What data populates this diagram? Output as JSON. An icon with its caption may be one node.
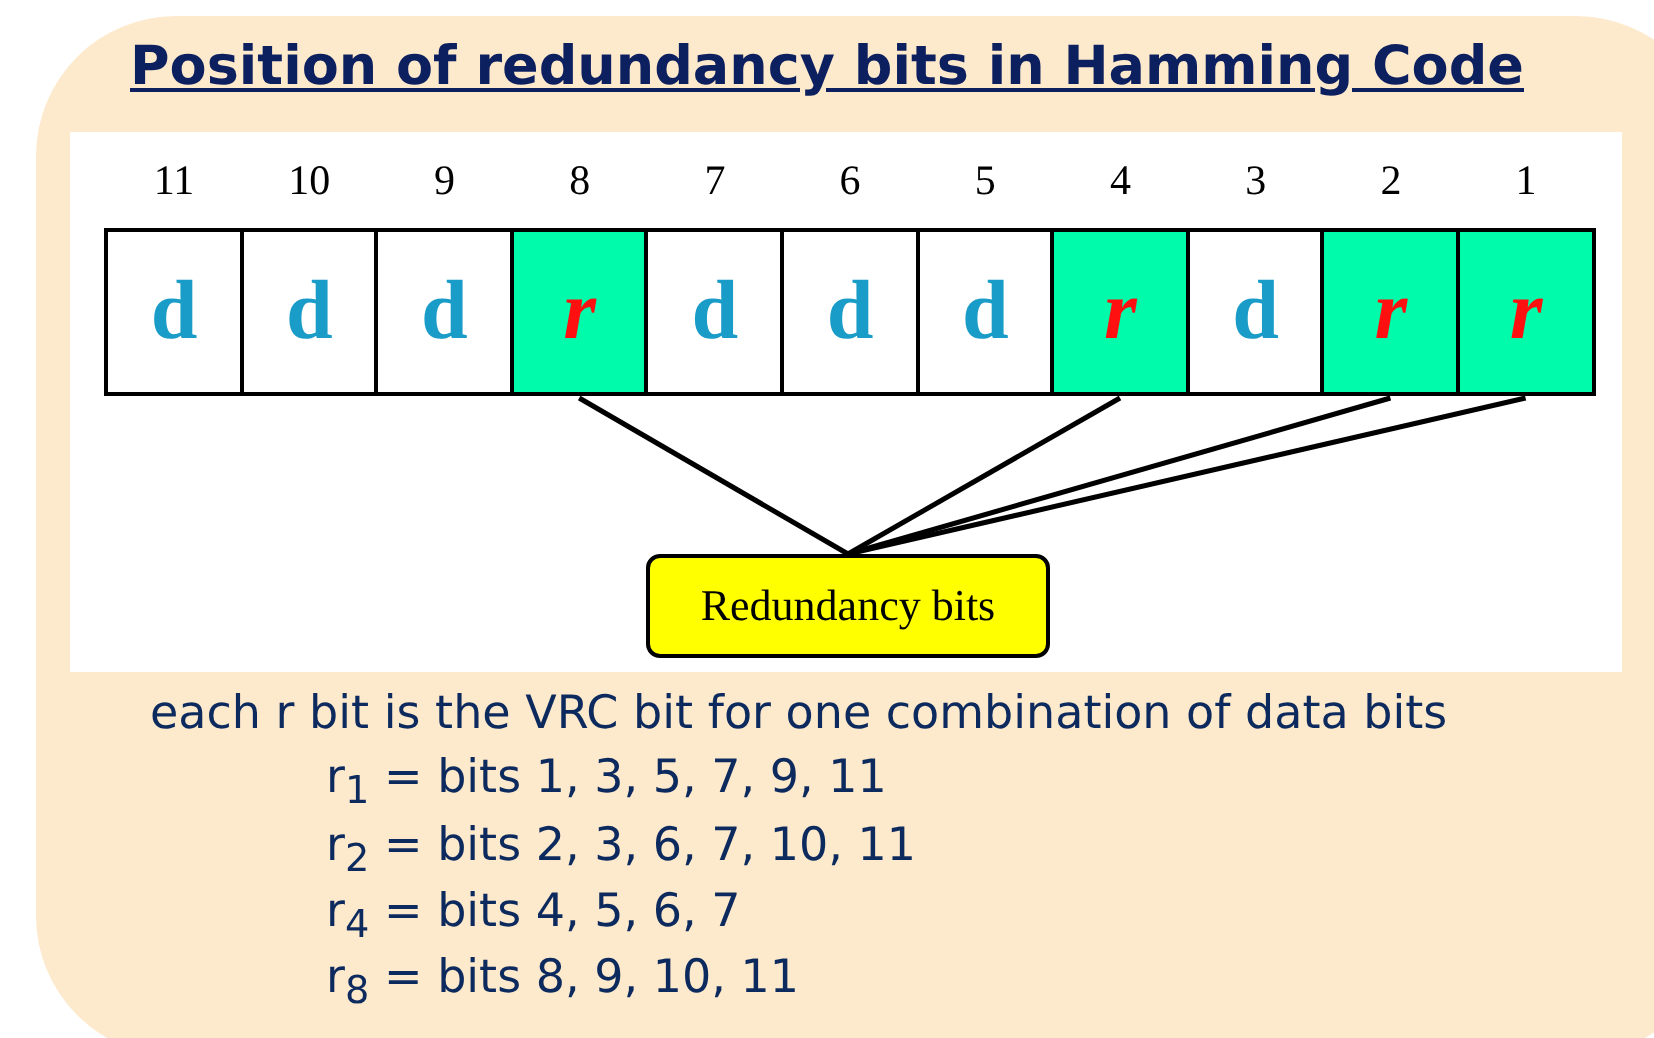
{
  "diagram": {
    "title": "Position of redundancy bits in Hamming Code",
    "nodes": [
      {
        "text": [
          "d"
        ],
        "beside": [
          "11"
        ]
      },
      {
        "text": [
          "d"
        ],
        "beside": [
          "10"
        ]
      },
      {
        "text": [
          "d"
        ],
        "beside": [
          "9"
        ]
      },
      {
        "text": [
          "r"
        ],
        "beside": [
          "8"
        ]
      },
      {
        "text": [
          "d"
        ],
        "beside": [
          "7"
        ]
      },
      {
        "text": [
          "d"
        ],
        "beside": [
          "6"
        ]
      },
      {
        "text": [
          "d"
        ],
        "beside": [
          "5"
        ]
      },
      {
        "text": [
          "r"
        ],
        "beside": [
          "4"
        ]
      },
      {
        "text": [
          "d"
        ],
        "beside": [
          "3"
        ]
      },
      {
        "text": [
          "r"
        ],
        "beside": [
          "2"
        ]
      },
      {
        "text": [
          "r"
        ],
        "beside": [
          "1"
        ]
      },
      {
        "text": [
          "Redundancy bits"
        ]
      }
    ],
    "edges": [
      {
        "from": 11,
        "to": 3,
        "arrow": "none"
      },
      {
        "from": 11,
        "to": 7,
        "arrow": "none"
      },
      {
        "from": 11,
        "to": 9,
        "arrow": "none"
      },
      {
        "from": 11,
        "to": 10,
        "arrow": "none"
      }
    ],
    "labels": [
      "each r bit is the VRC bit for one combination of data bits",
      "r$_{1}$ = bits 1, 3, 5, 7, 9, 11",
      "r$_{2}$ = bits 2, 3, 6, 7, 10, 11",
      "r$_{4}$ = bits 4, 5, 6, 7",
      "r$_{8}$ = bits 8, 9, 10, 11"
    ]
  }
}
